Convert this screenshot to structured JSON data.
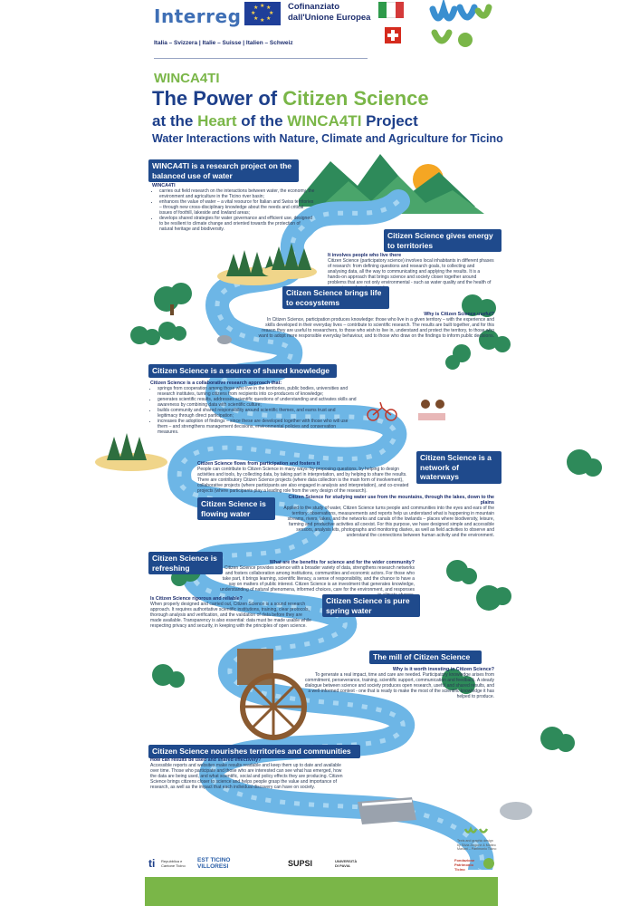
{
  "header": {
    "program_logo": "Interreg",
    "cofinancing": [
      "Cofinanziato",
      "dall'Unione Europea"
    ],
    "countries": "Italia – Svizzera | Italie – Suisse | Italien – Schweiz",
    "project_logo": "WINCA4TI"
  },
  "title": {
    "project": "WINCA4TI",
    "line1_a": "The Power of ",
    "line1_b": "Citizen Science",
    "line2_a": "at the ",
    "line2_b": "Heart",
    "line2_c": " of the ",
    "line2_d": "WINCA4TI",
    "line2_e": " Project",
    "line3": "Water Interactions with Nature, Climate and Agriculture for Ticino"
  },
  "sections": {
    "s1": {
      "title": "WINCA4TI is a research project on the balanced use of water",
      "lead": "WINCA4TI",
      "bullets": [
        "carries out field research on the interactions between water, the economy, the environment and agriculture in the Ticino river basin;",
        "enhances the value of water – a vital resource for Italian and Swiss territories – through new cross-disciplinary knowledge about the needs and critical issues of foothill, lakeside and lowland areas;",
        "develops shared strategies for water governance and efficient use, designed to be resilient to climate change and oriented towards the protection of natural heritage and biodiversity."
      ]
    },
    "s2": {
      "title": "Citizen Science gives energy to territories",
      "sub": "It involves people who live there",
      "body": "Citizen Science (participatory science) involves local inhabitants in different phases of research: from defining questions and research goals, to collecting and analysing data, all the way to communicating and applying the results. It is a hands-on approach that brings science and society closer together around problems that are not only environmental - such as water quality and the health of ecosystems - but also social."
    },
    "s3": {
      "title": "Citizen Science brings life to ecosystems",
      "sub": "Why is Citizen Science useful?",
      "body": "In Citizen Science, participation produces knowledge: those who live in a given territory – with the experience and skills developed in their everyday lives – contribute to scientific research. The results are built together, and for this reason they are useful to researchers, to those who wish to live in, understand and protect the territory, to those who want to adopt more responsible everyday behaviour, and to those who draw on the findings to inform public decisions."
    },
    "s4": {
      "title": "Citizen Science is a source of shared knowledge",
      "sub": "Citizen Science is a collaborative research approach that:",
      "bullets": [
        "springs from cooperation among those who live in the territories, public bodies, universities and research institutes, turning citizens from recipients into co-producers of knowledge;",
        "generates scientific results, addresses scientific questions of understanding and activates skills and awareness by combining data with scientific culture;",
        "builds community and shared responsibility around scientific themes, and earns trust and legitimacy through direct participation;",
        "increases the adoption of findings – since these are developed together with those who will use them – and strengthens management decisions, environmental policies and conservation measures."
      ]
    },
    "s5": {
      "title": "Citizen Science is a network of waterways",
      "sub": "Citizen Science flows from participation and fosters it",
      "body": "People can contribute to Citizen Science in many ways: by proposing questions, by helping to design activities and tools, by collecting data, by taking part in interpretation, and by helping to share the results. There are contributory Citizen Science projects (where data collection is the main form of involvement), collaborative projects (where participants are also engaged in analysis and interpretation), and co-created projects (where participants play a leading role from the very design of the research)."
    },
    "s6": {
      "title": "Citizen Science is flowing water",
      "sub": "Citizen Science for studying water use from the mountains, through the lakes, down to the plains",
      "body": "Applied to the study of water, Citizen Science turns people and communities into the eyes and ears of the territory: observations, measurements and reports help us understand what is happening in mountain streams, rivers, lakes, and the networks and canals of the lowlands – places where biodiversity, leisure, farming and productive activities all coexist. For this purpose, we have designed simple and accessible sensors, analysis kits, photographs and monitoring diaries, as well as field activities to observe and understand the connections between human activity and the environment."
    },
    "s7": {
      "title": "Citizen Science is refreshing",
      "sub": "What are the benefits for science and for the wider community?",
      "body": "Citizen Science provides science with a broader variety of data, strengthens research networks and fosters collaboration among institutions, communities and economic actors. For those who take part, it brings learning, scientific literacy, a sense of responsibility, and the chance to have a say on matters of public interest. Citizen Science is an investment that generates knowledge, understanding of natural phenomena, informed choices, care for the environment, and responses to climate change."
    },
    "s8": {
      "title": "Citizen Science is pure spring water",
      "sub": "Is Citizen Science rigorous and reliable?",
      "body": "When properly designed and carried out, Citizen Science is a sound research approach. It requires authoritative scientific institutions, training, clear protocols, thorough analysis and verification, and the validation of data before they are made available. Transparency is also essential: data must be made usable while respecting privacy and security, in keeping with the principles of open science."
    },
    "s9": {
      "title": "The mill of Citizen Science",
      "sub": "Why is it worth investing in Citizen Science?",
      "body": "To generate a real impact, time and care are needed. Participatory knowledge arises from commitment, perseverance, training, scientific support, communication and feedback. A steady dialogue between science and society produces open research, useful and shared results, and a well-informed context - one that is ready to make the most of the scientific knowledge it has helped to produce."
    },
    "s10": {
      "title": "Citizen Science nourishes territories and communities",
      "sub": "How can results be used and shared effectively?",
      "body": "Accessible reports and websites make results readable and keep them up to date and available over time. Those who participate and those who are interested can see what has emerged, how the data are being used, and what scientific, social and policy effects they are producing. Citizen Science brings citizens closer to science and helps people grasp the value and importance of research, as well as the impact that each individual discovery can have on society."
    }
  },
  "footer": {
    "credit": "Texts and graphic design by Silvia Zingone & Matteo Mariani – Patrimonio Ticino",
    "logos": [
      "ti",
      "Repubblica e Cantone Ticino",
      "EST TICINO VILLORESI",
      "SUPSI",
      "UNIVERSITÀ DI PAVIA",
      "Fondazione Patrimonio Ticino"
    ]
  },
  "colors": {
    "navy": "#1d3f8a",
    "green": "#7ab648",
    "river": "#6db6e6",
    "box": "#1f4a8c",
    "tree": "#2e8a5a",
    "sun": "#f5a623"
  }
}
